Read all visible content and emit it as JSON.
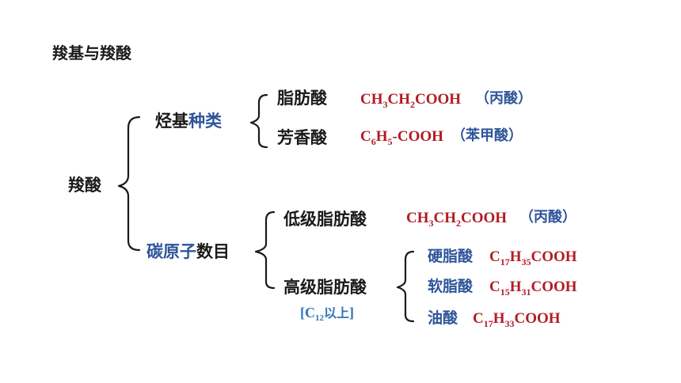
{
  "title": "羧基与羧酸",
  "root": "羧酸",
  "branch1": {
    "label_a": "烃基",
    "label_b": "种类"
  },
  "branch2": {
    "label_a": "碳原子",
    "label_b": "数目"
  },
  "aliphatic": {
    "name": "脂肪酸",
    "formula": "CH3CH2COOH",
    "note": "（丙酸）"
  },
  "aromatic": {
    "name": "芳香酸",
    "formula": "C6H5-COOH",
    "note": "（苯甲酸）"
  },
  "lower": {
    "name": "低级脂肪酸",
    "formula": "CH3CH2COOH",
    "note": "（丙酸）"
  },
  "higher": {
    "name": "高级脂肪酸",
    "condition": "[C12以上]"
  },
  "stearic": {
    "name": "硬脂酸",
    "formula": "C17H35COOH"
  },
  "palmitic": {
    "name": "软脂酸",
    "formula": "C15H31COOH"
  },
  "oleic": {
    "name": "油酸",
    "formula": "C17H33COOH"
  },
  "colors": {
    "black": "#1a1a1a",
    "blue": "#2e5599",
    "red": "#b01c24",
    "lightblue": "#2e75b6"
  }
}
